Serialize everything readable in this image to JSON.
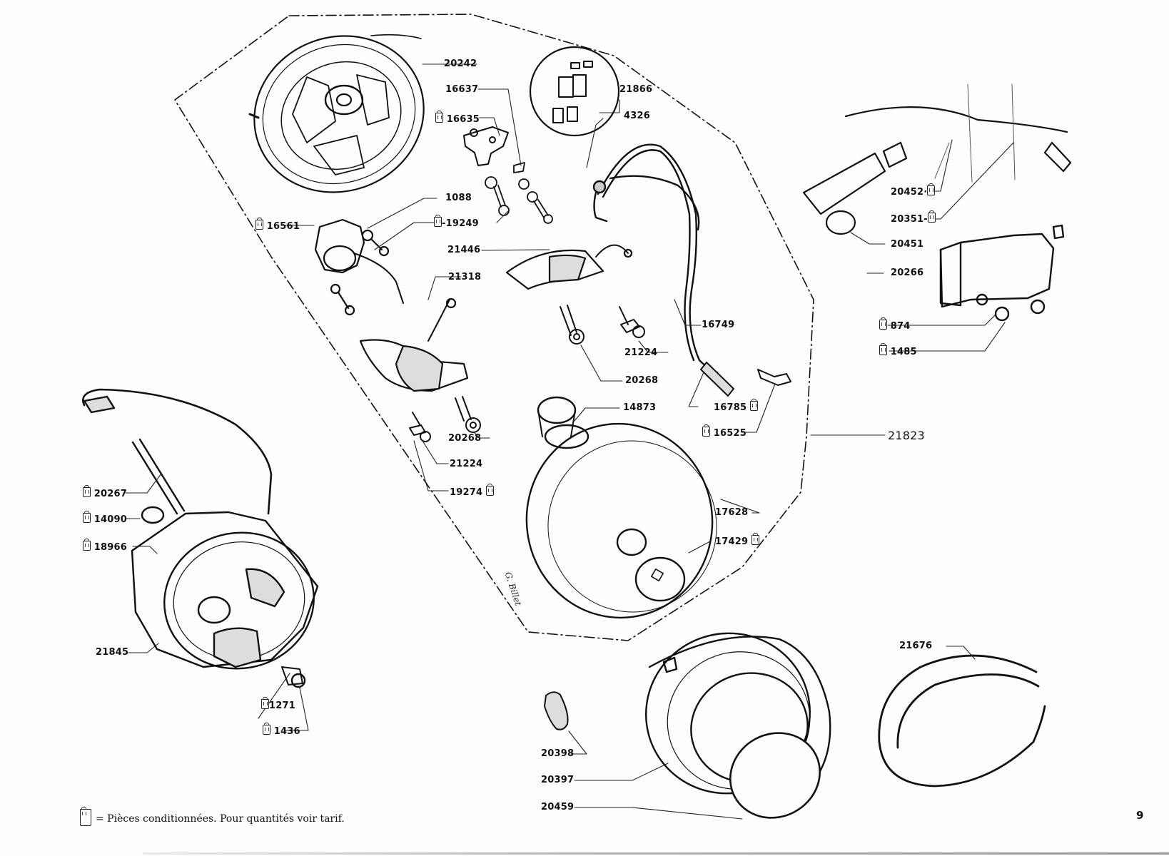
{
  "page": {
    "page_number": "9",
    "legend_text": "= Pièces conditionnées. Pour quantités voir tarif.",
    "legend_icon": "packaged-parts-bag-icon",
    "artist_signature": "G. Billet"
  },
  "callouts": [
    {
      "id": "20242",
      "packaged": false
    },
    {
      "id": "16637",
      "packaged": false
    },
    {
      "id": "16635",
      "packaged": true
    },
    {
      "id": "21866",
      "packaged": false
    },
    {
      "id": "4326",
      "packaged": false
    },
    {
      "id": "1088",
      "packaged": false
    },
    {
      "id": "19249",
      "packaged": true
    },
    {
      "id": "16561",
      "packaged": true
    },
    {
      "id": "21446",
      "packaged": false
    },
    {
      "id": "21318",
      "packaged": false
    },
    {
      "id": "16749",
      "packaged": false
    },
    {
      "id": "21224",
      "packaged": false
    },
    {
      "id": "20268",
      "packaged": false
    },
    {
      "id": "14873",
      "packaged": false
    },
    {
      "id": "16785",
      "packaged": true
    },
    {
      "id": "16525",
      "packaged": true
    },
    {
      "id": "21823",
      "packaged": false
    },
    {
      "id": "20268",
      "packaged": false
    },
    {
      "id": "21224",
      "packaged": false
    },
    {
      "id": "19274",
      "packaged": true
    },
    {
      "id": "17628",
      "packaged": false
    },
    {
      "id": "17429",
      "packaged": true
    },
    {
      "id": "20452",
      "packaged": true
    },
    {
      "id": "20351",
      "packaged": true
    },
    {
      "id": "20451",
      "packaged": false
    },
    {
      "id": "20266",
      "packaged": false
    },
    {
      "id": "874",
      "packaged": true
    },
    {
      "id": "1485",
      "packaged": true
    },
    {
      "id": "20267",
      "packaged": true
    },
    {
      "id": "14090",
      "packaged": true
    },
    {
      "id": "18966",
      "packaged": true
    },
    {
      "id": "21845",
      "packaged": false
    },
    {
      "id": "1271",
      "packaged": true
    },
    {
      "id": "1436",
      "packaged": true
    },
    {
      "id": "21676",
      "packaged": false
    },
    {
      "id": "20398",
      "packaged": false
    },
    {
      "id": "20397",
      "packaged": false
    },
    {
      "id": "20459",
      "packaged": false
    }
  ]
}
